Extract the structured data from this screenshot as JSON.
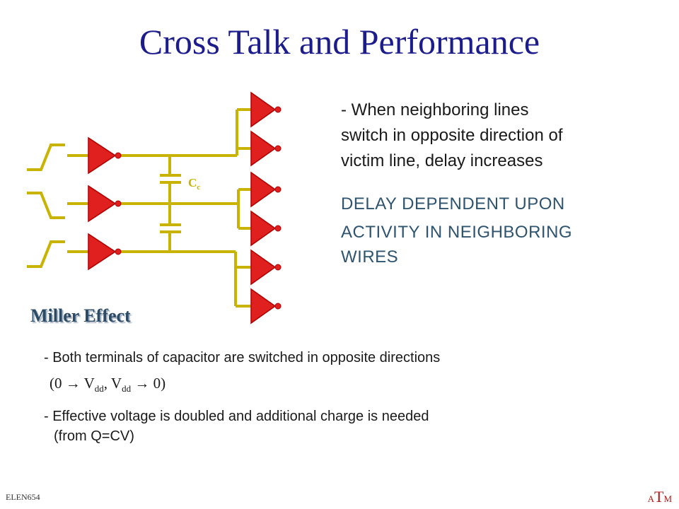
{
  "title": "Cross Talk and Performance",
  "diagram": {
    "capacitor_label": "C",
    "capacitor_subscript": "c",
    "wire_color": "#c8b400",
    "buffer_color": "#e01f1f",
    "outline_color": "#b00000"
  },
  "bullets": {
    "b1_line1": "- When neighboring lines",
    "b1_line2": "switch in opposite direction of",
    "b1_line3": "victim line, delay increases",
    "caps_line1": "DELAY DEPENDENT UPON",
    "caps_line2": "ACTIVITY IN NEIGHBORING",
    "caps_line3": "WIRES"
  },
  "miller": {
    "heading": "Miller Effect",
    "item1": "- Both terminals of capacitor are switched in opposite directions",
    "formula": {
      "open": "(0 ",
      "arrow": "→",
      "v": " V",
      "sub": "dd",
      "comma": ", V",
      "sub2": "dd",
      "arrow2": " → ",
      "close": "0)"
    },
    "item2_line1": "- Effective voltage is doubled and additional charge is needed",
    "item2_line2": "(from Q=CV)"
  },
  "footer": {
    "course": "ELEN654",
    "logo_a": "A",
    "logo_t": "T",
    "logo_m": "M"
  }
}
